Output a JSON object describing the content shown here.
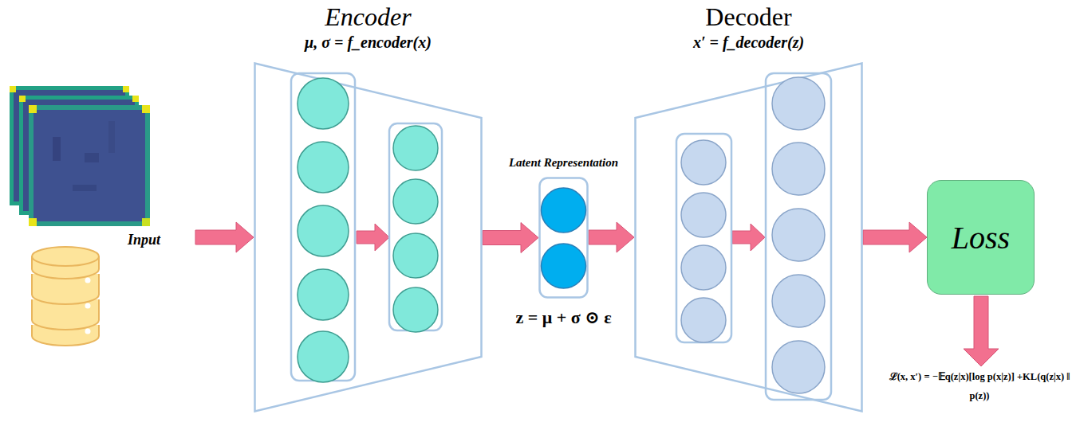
{
  "diagram": {
    "nodes": [
      {
        "text": [
          "Encoder",
          "μ, σ = f_encoder(x)"
        ]
      },
      {
        "text": [
          "Latent Representation",
          "z = μ + σ ⊙ ε"
        ]
      },
      {
        "text": [
          "Decoder",
          "x′ = f_decoder(z)"
        ]
      },
      {
        "text": [
          "Loss"
        ]
      }
    ],
    "edges": [
      {
        "from": 0,
        "to": 1,
        "arrow": "to"
      },
      {
        "from": 1,
        "to": 2,
        "arrow": "to"
      },
      {
        "from": 2,
        "to": 3,
        "arrow": "to"
      }
    ],
    "labels": [
      "Input",
      "ℒ(x, x′) = −𝔼q(z|x)[log p(x|z)] +KL(q(z|x) ‖ p(z))"
    ]
  }
}
